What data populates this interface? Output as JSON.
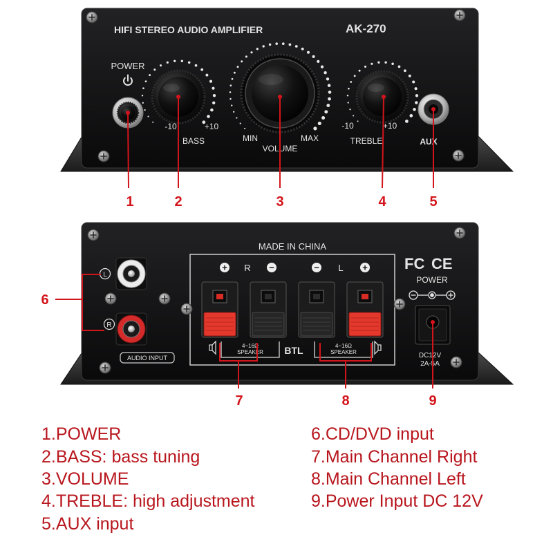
{
  "front_panel": {
    "title": "HIFI STEREO AUDIO AMPLIFIER",
    "model": "AK-270",
    "power_label": "POWER",
    "power_icon": "power-icon",
    "bass": {
      "min": "-10",
      "max": "+10",
      "label": "BASS"
    },
    "volume": {
      "min": "MIN",
      "max": "MAX",
      "label": "VOLUME"
    },
    "treble": {
      "min": "-10",
      "max": "+10",
      "label": "TREBLE"
    },
    "aux_label": "AUX"
  },
  "back_panel": {
    "made_in": "MADE IN CHINA",
    "terminal_signs": [
      "+",
      "R",
      "−",
      "−",
      "L",
      "+"
    ],
    "certifications": [
      "FC",
      "CE"
    ],
    "power_label": "POWER",
    "polarity_icon": "polarity-icon",
    "rca_left_label": "L",
    "rca_right_label": "R",
    "audio_input": "AUDIO INPUT",
    "speaker_right": {
      "impedance": "4~16Ω",
      "label": "SPEAKER"
    },
    "speaker_left": {
      "impedance": "4~16Ω",
      "label": "SPEAKER"
    },
    "speaker_icon": "speaker-icon",
    "btl": "BTL",
    "dc_voltage": "DC12V",
    "dc_current": "2A-5A"
  },
  "callouts": [
    "1",
    "2",
    "3",
    "4",
    "5",
    "6",
    "7",
    "8",
    "9"
  ],
  "legend": {
    "left": [
      "1.POWER",
      "2.BASS: bass tuning",
      "3.VOLUME",
      "4.TREBLE: high adjustment",
      "5.AUX input"
    ],
    "right": [
      "6.CD/DVD input",
      "7.Main Channel Right",
      "8.Main Channel Left",
      "9.Power Input DC 12V"
    ]
  },
  "colors": {
    "callout": "#d3141b",
    "legend": "#b8161d",
    "panel": "#121213"
  }
}
